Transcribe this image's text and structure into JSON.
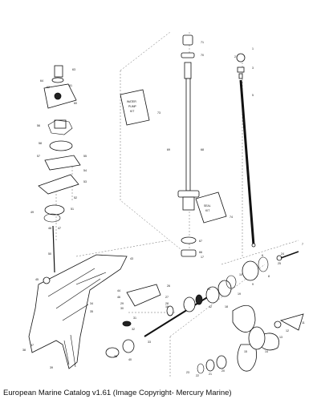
{
  "caption": "European Marine Catalog v1.61 (Image Copyright- Mercury Marine)",
  "kits": {
    "water_pump": [
      "WATER",
      "PUMP",
      "KIT"
    ],
    "seal": [
      "SEAL",
      "KIT"
    ]
  },
  "callouts": [
    "71",
    "70",
    "1",
    "2",
    "3",
    "5",
    "63",
    "64",
    "62",
    "61",
    "60",
    "56",
    "58",
    "57",
    "55",
    "54",
    "53",
    "52",
    "51",
    "73",
    "68",
    "69",
    "74",
    "48",
    "47",
    "49",
    "50",
    "67",
    "66",
    "43",
    "44",
    "45",
    "46",
    "26",
    "27",
    "28",
    "29",
    "30",
    "31",
    "32",
    "33",
    "34",
    "35",
    "36",
    "37",
    "38",
    "39",
    "40",
    "41",
    "42",
    "18",
    "19",
    "20",
    "21",
    "22",
    "23",
    "24",
    "25",
    "6",
    "7",
    "8",
    "9",
    "10",
    "11",
    "12",
    "13",
    "14",
    "15",
    "16",
    "17",
    "72",
    "65"
  ],
  "colors": {
    "ink": "#111111",
    "paper": "#ffffff"
  }
}
